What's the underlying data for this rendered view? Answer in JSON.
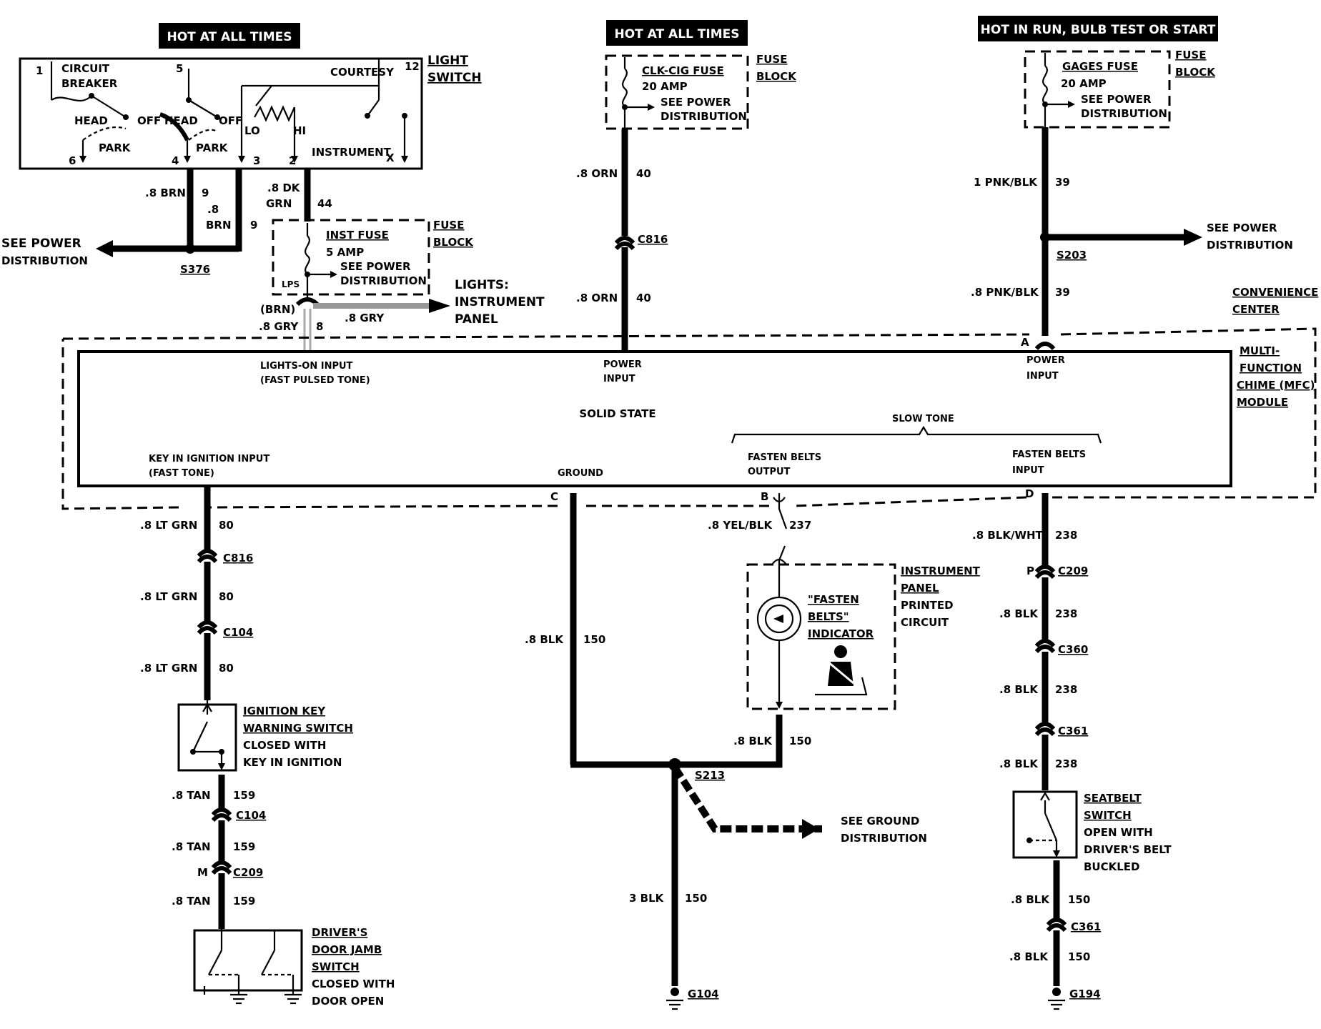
{
  "headers": {
    "hot_left": "HOT AT ALL TIMES",
    "hot_mid": "HOT AT ALL TIMES",
    "hot_right": "HOT IN RUN, BULB TEST OR START"
  },
  "light_switch": {
    "title_1": "LIGHT",
    "title_2": "SWITCH",
    "circuit_breaker_1": "CIRCUIT",
    "circuit_breaker_2": "BREAKER",
    "head_1": "HEAD",
    "off_1": "OFF",
    "head_2": "HEAD",
    "off_2": "OFF",
    "park_1": "PARK",
    "park_2": "PARK",
    "courtesy": "COURTESY",
    "lo": "LO",
    "hi": "HI",
    "instrument": "INSTRUMENT",
    "x": "X",
    "pins": [
      "1",
      "5",
      "12",
      "6",
      "4",
      "3",
      "2"
    ]
  },
  "left_top": {
    "wire_brn_a": ".8 BRN",
    "circuit_9a": "9",
    "wire_brn_b1": ".8",
    "wire_brn_b2": "BRN",
    "circuit_9b": "9",
    "see_power_1": "SEE POWER",
    "see_power_2": "DISTRIBUTION",
    "splice": "S376",
    "wire_dkgrn_1": ".8 DK",
    "wire_dkgrn_2": "GRN",
    "circuit_44": "44"
  },
  "inst_fuse": {
    "title": "INST FUSE",
    "amp": "5 AMP",
    "see_power_1": "SEE POWER",
    "see_power_2": "DISTRIBUTION",
    "lps": "LPS",
    "fuse_block_1": "FUSE",
    "fuse_block_2": "BLOCK",
    "brn": "(BRN)",
    "gry_left": ".8 GRY",
    "circuit_8": "8",
    "gry_right": ".8 GRY",
    "lights_1": "LIGHTS:",
    "lights_2": "INSTRUMENT",
    "lights_3": "PANEL"
  },
  "clk_fuse": {
    "title": "CLK-CIG FUSE",
    "amp": "20 AMP",
    "see_power_1": "SEE POWER",
    "see_power_2": "DISTRIBUTION",
    "fuse_block_1": "FUSE",
    "fuse_block_2": "BLOCK",
    "wire_a": ".8 ORN",
    "circuit_a": "40",
    "connector": "C816",
    "wire_b": ".8 ORN",
    "circuit_b": "40"
  },
  "gages_fuse": {
    "title": "GAGES FUSE",
    "amp": "20 AMP",
    "see_power_1": "SEE POWER",
    "see_power_2": "DISTRIBUTION",
    "fuse_block_1": "FUSE",
    "fuse_block_2": "BLOCK",
    "wire_a": "1 PNK/BLK",
    "circuit_a": "39",
    "see_power_r1": "SEE POWER",
    "see_power_r2": "DISTRIBUTION",
    "splice": "S203",
    "wire_b": ".8 PNK/BLK",
    "circuit_b": "39"
  },
  "convenience_center": {
    "line_1": "CONVENIENCE",
    "line_2": "CENTER"
  },
  "module": {
    "name_1": "MULTI-",
    "name_2": "FUNCTION",
    "name_3": "CHIME (MFC)",
    "name_4": "MODULE",
    "solid_state": "SOLID STATE",
    "lights_on_1": "LIGHTS-ON INPUT",
    "lights_on_2": "(FAST PULSED TONE)",
    "power_input_1a": "POWER",
    "power_input_1b": "INPUT",
    "power_input_2a": "POWER",
    "power_input_2b": "INPUT",
    "pin_a": "A",
    "key_in_1": "KEY IN IGNITION INPUT",
    "key_in_2": "(FAST TONE)",
    "ground": "GROUND",
    "slow_tone": "SLOW TONE",
    "fb_output_1": "FASTEN BELTS",
    "fb_output_2": "OUTPUT",
    "fb_input_1": "FASTEN BELTS",
    "fb_input_2": "INPUT",
    "pin_c": "C",
    "pin_b": "B",
    "pin_d": "D"
  },
  "key_circuit": {
    "wire_1": ".8 LT GRN",
    "circuit_1": "80",
    "conn_1": "C816",
    "wire_2": ".8 LT GRN",
    "circuit_2": "80",
    "conn_2": "C104",
    "wire_3": ".8 LT GRN",
    "circuit_3": "80",
    "switch_1": "IGNITION  KEY",
    "switch_2": "WARNING SWITCH",
    "switch_3": "CLOSED WITH",
    "switch_4": "KEY IN IGNITION",
    "wire_4": ".8 TAN",
    "circuit_4": "159",
    "conn_3": "C104",
    "wire_5": ".8 TAN",
    "circuit_5": "159",
    "pin_m": "M",
    "conn_4": "C209",
    "wire_6": ".8 TAN",
    "circuit_6": "159",
    "door_1": "DRIVER'S",
    "door_2": "DOOR JAMB",
    "door_3": "SWITCH",
    "door_4": "CLOSED WITH",
    "door_5": "DOOR OPEN"
  },
  "ground_circuit": {
    "wire_1": ".8 BLK",
    "circuit_1": "150",
    "splice": "S213",
    "see_ground_1": "SEE GROUND",
    "see_ground_2": "DISTRIBUTION",
    "wire_2": "3 BLK",
    "circuit_2": "150",
    "ground": "G104"
  },
  "belt_output": {
    "wire_1": ".8 YEL/BLK",
    "circuit_1": "237",
    "panel_1": "INSTRUMENT",
    "panel_2": "PANEL",
    "panel_3": "PRINTED",
    "panel_4": "CIRCUIT",
    "ind_1": "\"FASTEN",
    "ind_2": "BELTS\"",
    "ind_3": "INDICATOR",
    "wire_2": ".8 BLK",
    "circuit_2": "150"
  },
  "belt_input": {
    "wire_1": ".8 BLK/WHT",
    "circuit_1": "238",
    "pin_p": "P",
    "conn_1": "C209",
    "wire_2": ".8 BLK",
    "circuit_2": "238",
    "conn_2": "C360",
    "wire_3": ".8 BLK",
    "circuit_3": "238",
    "conn_3": "C361",
    "wire_4": ".8 BLK",
    "circuit_4": "238",
    "switch_1": "SEATBELT",
    "switch_2": "SWITCH",
    "switch_3": "OPEN WITH",
    "switch_4": "DRIVER'S BELT",
    "switch_5": "BUCKLED",
    "wire_5": ".8 BLK",
    "circuit_5": "150",
    "conn_4": "C361",
    "wire_6": ".8 BLK",
    "circuit_6": "150",
    "ground": "G194"
  },
  "icons": [
    "fuse-icon",
    "ground-icon",
    "connector-icon",
    "switch-icon",
    "bulb-icon",
    "seatbelt-icon",
    "arrow-icon"
  ]
}
